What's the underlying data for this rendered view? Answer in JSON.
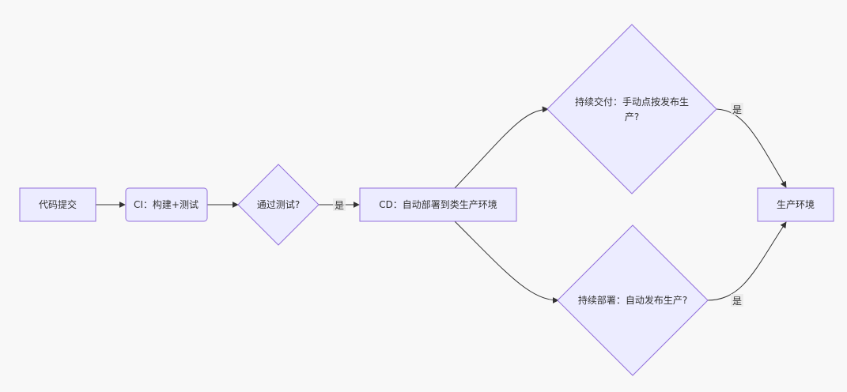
{
  "nodes": {
    "commit": "代码提交",
    "ci": "CI：构建+测试",
    "test_pass": "通过测试?",
    "cd": "CD：自动部署到类生产环境",
    "delivery_line1": "持续交付：手动点按发布生",
    "delivery_line2": "产?",
    "deployment": "持续部署：自动发布生产?",
    "production": "生产环境"
  },
  "edges": {
    "test_yes": "是",
    "delivery_yes": "是",
    "deployment_yes": "是"
  },
  "colors": {
    "node_fill": "#ECECFF",
    "node_stroke": "#9370DB",
    "edge": "#333333",
    "background": "#f8f8f8"
  }
}
